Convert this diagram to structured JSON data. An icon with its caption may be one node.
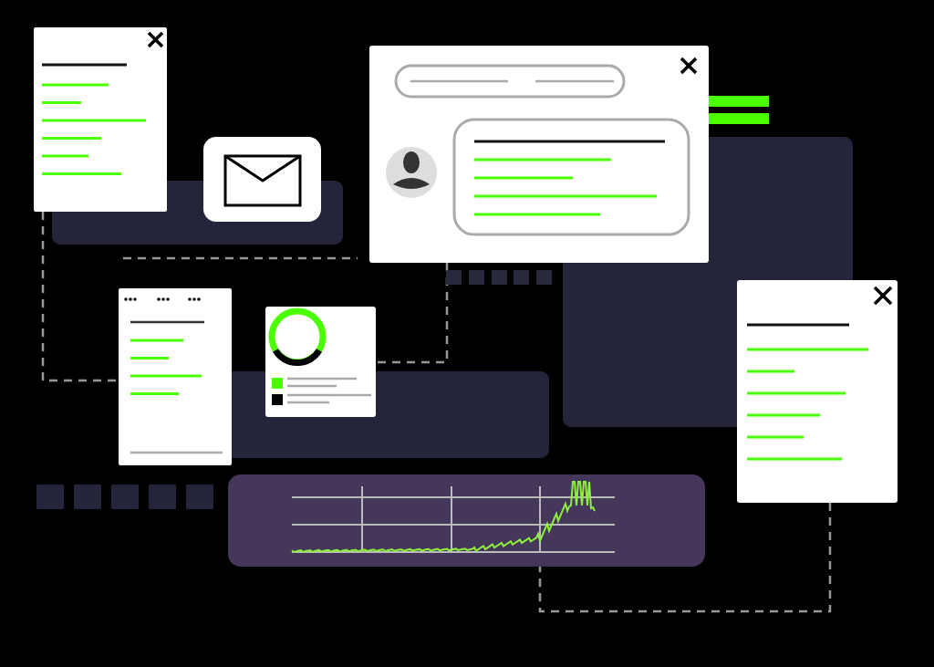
{
  "diagram": {
    "nodes": [
      {
        "text": [],
        "shape": "box"
      },
      {
        "text": [],
        "shape": "box"
      },
      {
        "text": [],
        "shape": "box"
      },
      {
        "text": [],
        "shape": "box"
      },
      {
        "text": [],
        "shape": "box"
      },
      {
        "text": [],
        "shape": "box"
      },
      {
        "text": [],
        "shape": "box"
      }
    ],
    "edges": [
      {
        "from": 0,
        "to": 3,
        "arrow": "none",
        "style": "dashed"
      },
      {
        "from": 2,
        "to": 4,
        "arrow": "none",
        "style": "dashed"
      },
      {
        "from": 5,
        "to": 6,
        "arrow": "none",
        "style": "dashed"
      }
    ]
  }
}
